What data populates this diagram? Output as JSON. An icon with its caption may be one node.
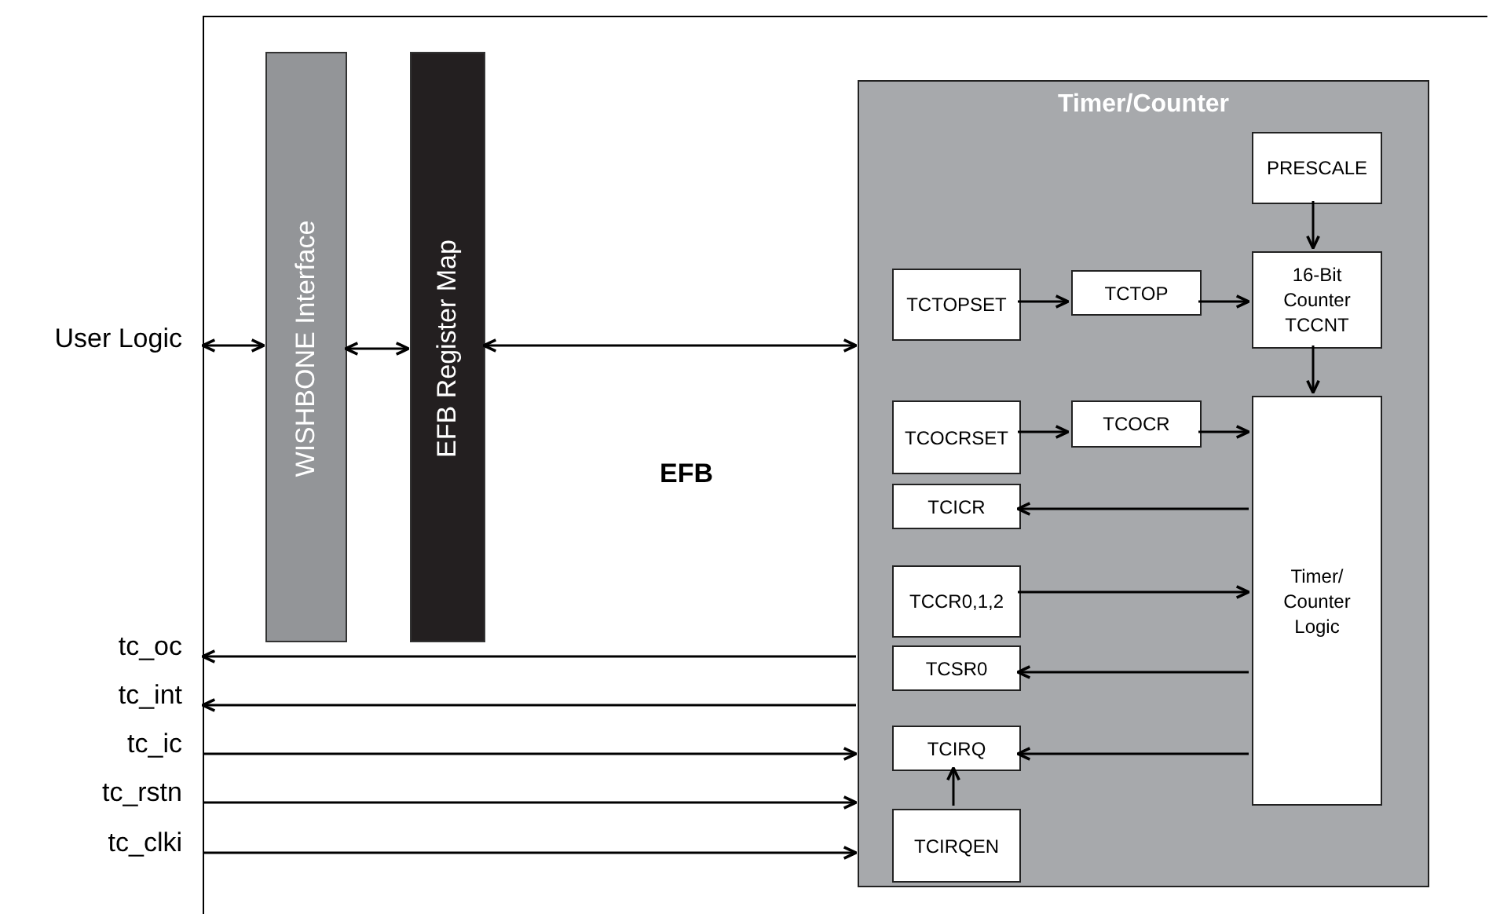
{
  "diagram": {
    "nodes": [
      {
        "text": [
          "EFB"
        ]
      },
      {
        "text": [
          "User Logic"
        ]
      },
      {
        "text": [
          "WISHBONE Interface"
        ],
        "in": 0
      },
      {
        "text": [
          "EFB Register Map"
        ],
        "in": 0
      },
      {
        "text": [
          "Timer/Counter"
        ],
        "in": 0
      },
      {
        "text": [
          "PRESCALE"
        ],
        "in": 4
      },
      {
        "text": [
          "TCTOPSET"
        ],
        "in": 4
      },
      {
        "text": [
          "TCTOP"
        ],
        "in": 4
      },
      {
        "text": [
          "16-Bit Counter TCCNT"
        ],
        "in": 4
      },
      {
        "text": [
          "TCOCRSET"
        ],
        "in": 4
      },
      {
        "text": [
          "TCOCR"
        ],
        "in": 4
      },
      {
        "text": [
          "Timer/ Counter Logic"
        ],
        "in": 4
      },
      {
        "text": [
          "TCICR"
        ],
        "in": 4
      },
      {
        "text": [
          "TCCR0,1,2"
        ],
        "in": 4
      },
      {
        "text": [
          "TCSR0"
        ],
        "in": 4
      },
      {
        "text": [
          "TCIRQ"
        ],
        "in": 4
      },
      {
        "text": [
          "TCIRQEN"
        ],
        "in": 4
      },
      {
        "text": [
          "tc_oc"
        ]
      },
      {
        "text": [
          "tc_int"
        ]
      },
      {
        "text": [
          "tc_ic"
        ]
      },
      {
        "text": [
          "tc_rstn"
        ]
      },
      {
        "text": [
          "tc_clki"
        ]
      }
    ],
    "edges": [
      {
        "from": 1,
        "to": 2,
        "arrow": "both"
      },
      {
        "from": 2,
        "to": 3,
        "arrow": "both"
      },
      {
        "from": 3,
        "to": 4,
        "arrow": "both"
      },
      {
        "from": 4,
        "to": 17,
        "arrow": "to"
      },
      {
        "from": 4,
        "to": 18,
        "arrow": "to"
      },
      {
        "from": 19,
        "to": 4,
        "arrow": "to"
      },
      {
        "from": 20,
        "to": 4,
        "arrow": "to"
      },
      {
        "from": 21,
        "to": 4,
        "arrow": "to"
      },
      {
        "from": 5,
        "to": 8,
        "arrow": "to"
      },
      {
        "from": 6,
        "to": 7,
        "arrow": "to"
      },
      {
        "from": 7,
        "to": 8,
        "arrow": "to"
      },
      {
        "from": 8,
        "to": 11,
        "arrow": "to"
      },
      {
        "from": 9,
        "to": 10,
        "arrow": "to"
      },
      {
        "from": 10,
        "to": 11,
        "arrow": "to"
      },
      {
        "from": 11,
        "to": 12,
        "arrow": "to"
      },
      {
        "from": 13,
        "to": 11,
        "arrow": "to"
      },
      {
        "from": 11,
        "to": 14,
        "arrow": "to"
      },
      {
        "from": 11,
        "to": 15,
        "arrow": "to"
      },
      {
        "from": 16,
        "to": 15,
        "arrow": "to"
      }
    ]
  }
}
